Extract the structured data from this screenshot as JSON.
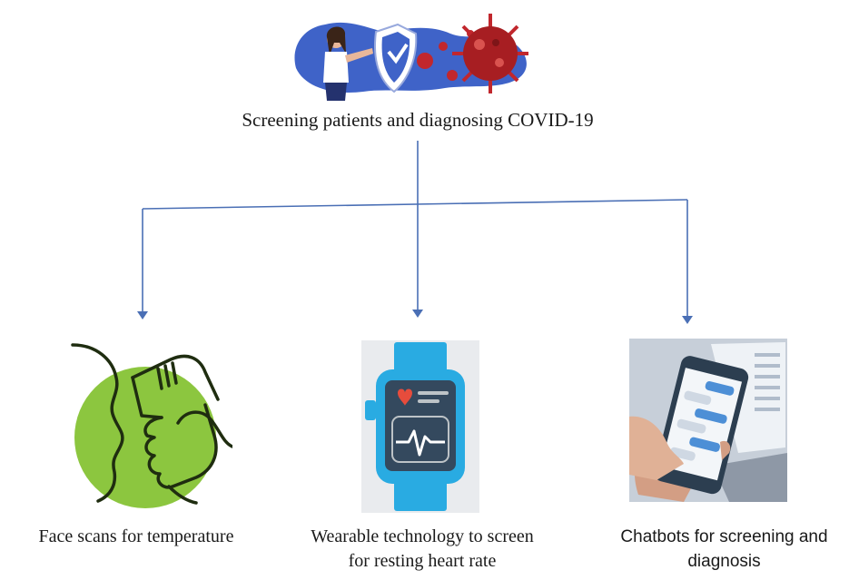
{
  "header": {
    "title": "Screening patients and diagnosing  COVID-19",
    "illustration": "virus-protection-icon"
  },
  "branches": [
    {
      "label_lines": [
        "Face scans for temperature"
      ],
      "icon": "thermometer-face-scan-icon"
    },
    {
      "label_lines": [
        "Wearable technology to screen",
        "for resting heart rate"
      ],
      "icon": "smartwatch-heart-rate-icon"
    },
    {
      "label_lines": [
        "Chatbots for screening and",
        "diagnosis"
      ],
      "icon": "smartphone-chatbot-icon"
    }
  ],
  "colors": {
    "connector": "#4a6fb5",
    "text": "#1a1a1a",
    "icon_green": "#8cc63f",
    "watch_blue": "#29abe2",
    "virus_red": "#c1272d"
  }
}
